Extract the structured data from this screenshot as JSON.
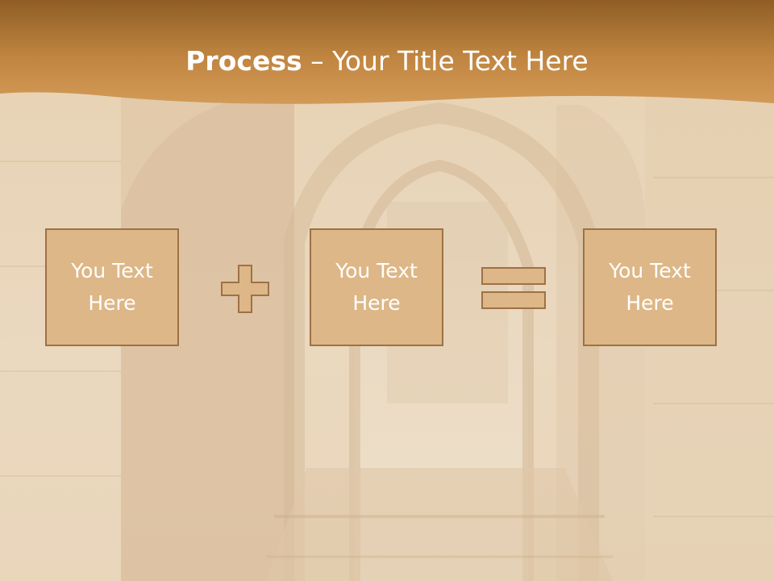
{
  "slide": {
    "title_bold": "Process",
    "title_rest": " – Your Title Text Here",
    "boxes": [
      {
        "label": "You Text Here"
      },
      {
        "label": "You Text Here"
      },
      {
        "label": "You Text Here"
      }
    ],
    "operators": [
      "plus-icon",
      "equals-icon"
    ]
  },
  "colors": {
    "header_dark": "#8c5a22",
    "header_light": "#c98f4c",
    "box_fill": "#ddb787",
    "box_border": "#9e7146",
    "text": "#ffffff"
  }
}
